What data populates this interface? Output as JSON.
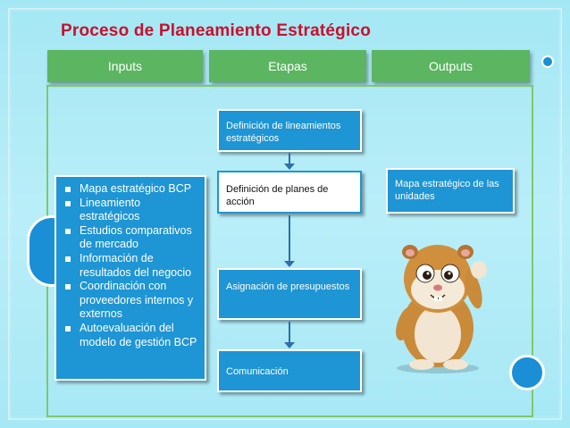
{
  "title": "Proceso de Planeamiento Estratégico",
  "headers": {
    "inputs": "Inputs",
    "etapas": "Etapas",
    "outputs": "Outputs"
  },
  "inputs": [
    "Mapa estratégico BCP",
    "Lineamiento estratégicos",
    "Estudios comparativos de mercado",
    "Información de resultados del negocio",
    "Coordinación con proveedores internos y externos",
    "Autoevaluación del modelo de gestión BCP"
  ],
  "stages": [
    "Definición de lineamientos estratégicos",
    "Definición de planes de acción",
    "Asignación de presupuestos",
    "Comunicación"
  ],
  "output": "Mapa estratégico de las unidades",
  "colors": {
    "title": "#c8102e",
    "header": "#5bb561",
    "box": "#1e95d4",
    "arrow": "#2c6fab"
  }
}
